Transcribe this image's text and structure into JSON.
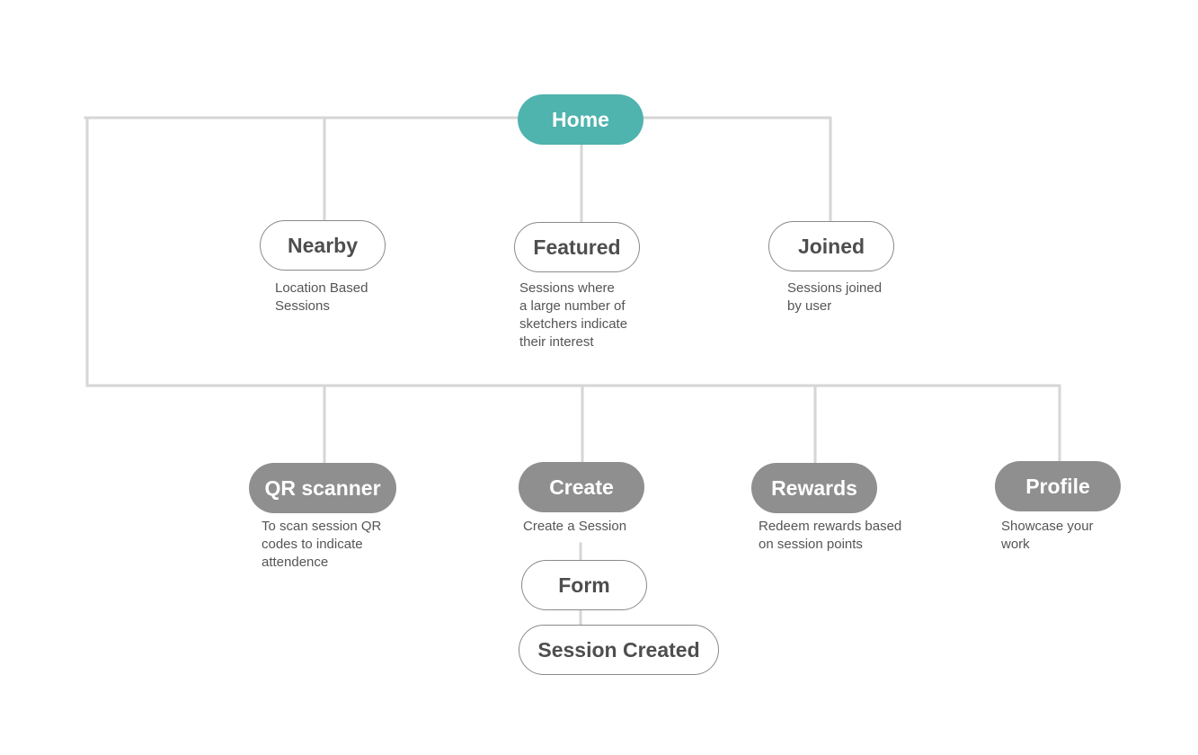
{
  "colors": {
    "primary": "#4fb3ae",
    "secondary": "#8f8f8f",
    "line": "#d6d6d6",
    "text": "#555555"
  },
  "nodes": {
    "home": "Home",
    "nearby": "Nearby",
    "featured": "Featured",
    "joined": "Joined",
    "qr_scanner": "QR scanner",
    "create": "Create",
    "rewards": "Rewards",
    "profile": "Profile",
    "form": "Form",
    "session_created": "Session Created"
  },
  "descriptions": {
    "nearby": [
      "Location Based",
      "Sessions"
    ],
    "featured": [
      "Sessions where",
      "a large number of",
      "sketchers indicate",
      "their interest"
    ],
    "joined": [
      "Sessions joined",
      "by user"
    ],
    "qr_scanner": [
      "To scan session QR",
      "codes to indicate",
      "attendence"
    ],
    "create": [
      "Create a Session"
    ],
    "rewards": [
      "Redeem rewards based",
      "on session points"
    ],
    "profile": [
      "Showcase your",
      "work"
    ]
  }
}
